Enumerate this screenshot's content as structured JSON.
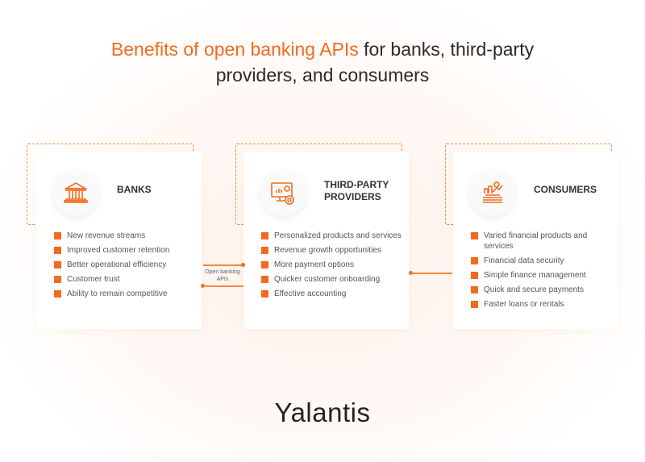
{
  "title": {
    "highlight": "Benefits of open banking APIs",
    "rest": " for banks, third-party",
    "line2": "providers, and consumers"
  },
  "cards": [
    {
      "heading": "BANKS",
      "icon": "bank-icon",
      "items": [
        "New revenue streams",
        "Improved customer retention",
        "Better operational efficiency",
        "Customer trust",
        "Ability to remain competitive"
      ]
    },
    {
      "heading_line1": "THIRD-PARTY",
      "heading_line2": "PROVIDERS",
      "icon": "monitor-chart-icon",
      "items": [
        "Personalized products and services",
        "Revenue growth opportunities",
        "More payment options",
        "Quicker customer onboarding",
        "Effective accounting"
      ]
    },
    {
      "heading": "CONSUMERS",
      "icon": "coins-growth-icon",
      "items": [
        "Varied financial products and services",
        "Financial data security",
        "Simple finance management",
        "Quick and secure payments",
        "Faster loans or rentals"
      ]
    }
  ],
  "connector_label_1": "Open banking",
  "connector_label_2": "APIs",
  "logo": "Yalantis",
  "colors": {
    "accent": "#f26b1d"
  }
}
